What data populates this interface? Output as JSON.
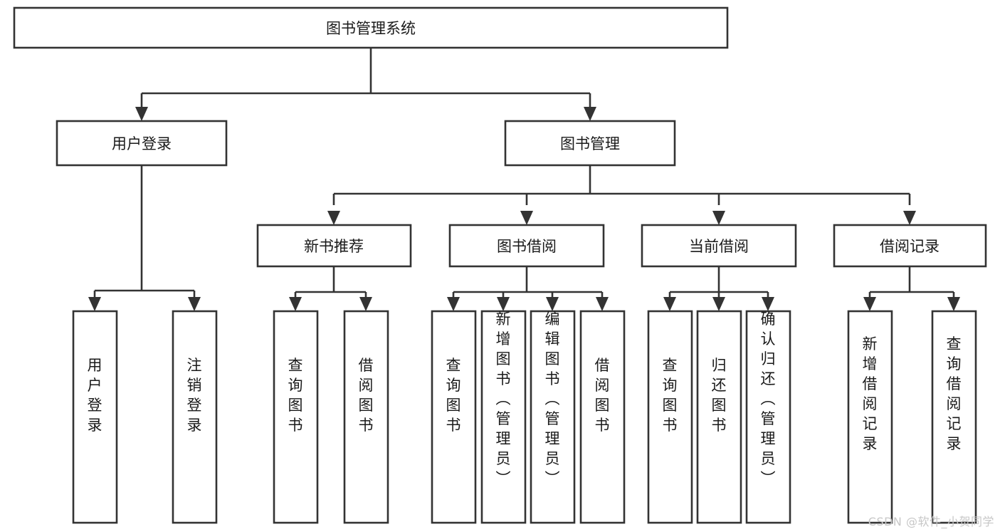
{
  "diagram": {
    "title": "图书管理系统",
    "type": "tree-hierarchy",
    "watermark": "CSDN @软件_小贺同学",
    "colors": {
      "stroke": "#333333",
      "fill": "#ffffff",
      "text": "#1a1a1a",
      "watermark": "#c7c7c7"
    },
    "root": {
      "label": "图书管理系统"
    },
    "level2": [
      {
        "label": "用户登录"
      },
      {
        "label": "图书管理"
      }
    ],
    "level3": [
      {
        "label": "新书推荐"
      },
      {
        "label": "图书借阅"
      },
      {
        "label": "当前借阅"
      },
      {
        "label": "借阅记录"
      }
    ],
    "leaves": {
      "user_login": [
        {
          "label": "用户登录"
        },
        {
          "label": "注销登录"
        }
      ],
      "new_book_recommend": [
        {
          "label": "查询图书"
        },
        {
          "label": "借阅图书"
        }
      ],
      "book_borrow": [
        {
          "label": "查询图书"
        },
        {
          "label": "新增图书（管理员）"
        },
        {
          "label": "编辑图书（管理员）"
        },
        {
          "label": "借阅图书"
        }
      ],
      "current_borrow": [
        {
          "label": "查询图书"
        },
        {
          "label": "归还图书"
        },
        {
          "label": "确认归还（管理员）"
        }
      ],
      "borrow_record": [
        {
          "label": "新增借阅记录"
        },
        {
          "label": "查询借阅记录"
        }
      ]
    }
  }
}
